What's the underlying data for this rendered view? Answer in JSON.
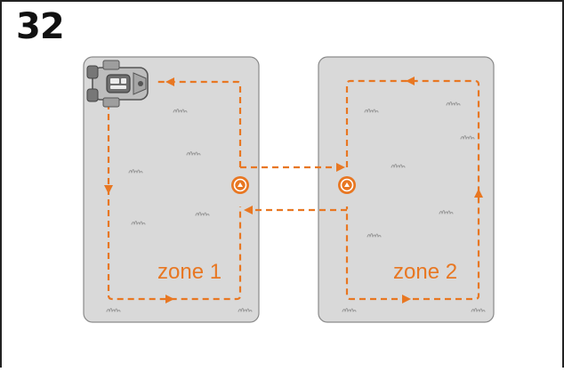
{
  "step_number": "32",
  "colors": {
    "accent": "#E87722",
    "zone_fill": "#D9D9D9",
    "zone_stroke": "#8A8A8A",
    "frame": "#222222",
    "grass": "#9A9A9A"
  },
  "zones": [
    {
      "label": "zone 1"
    },
    {
      "label": "zone 2"
    }
  ],
  "icons": {
    "mower": "robotic-mower-icon",
    "passage_marker": "guide-wire-marker-icon",
    "grass": "grass-tuft-icon"
  }
}
